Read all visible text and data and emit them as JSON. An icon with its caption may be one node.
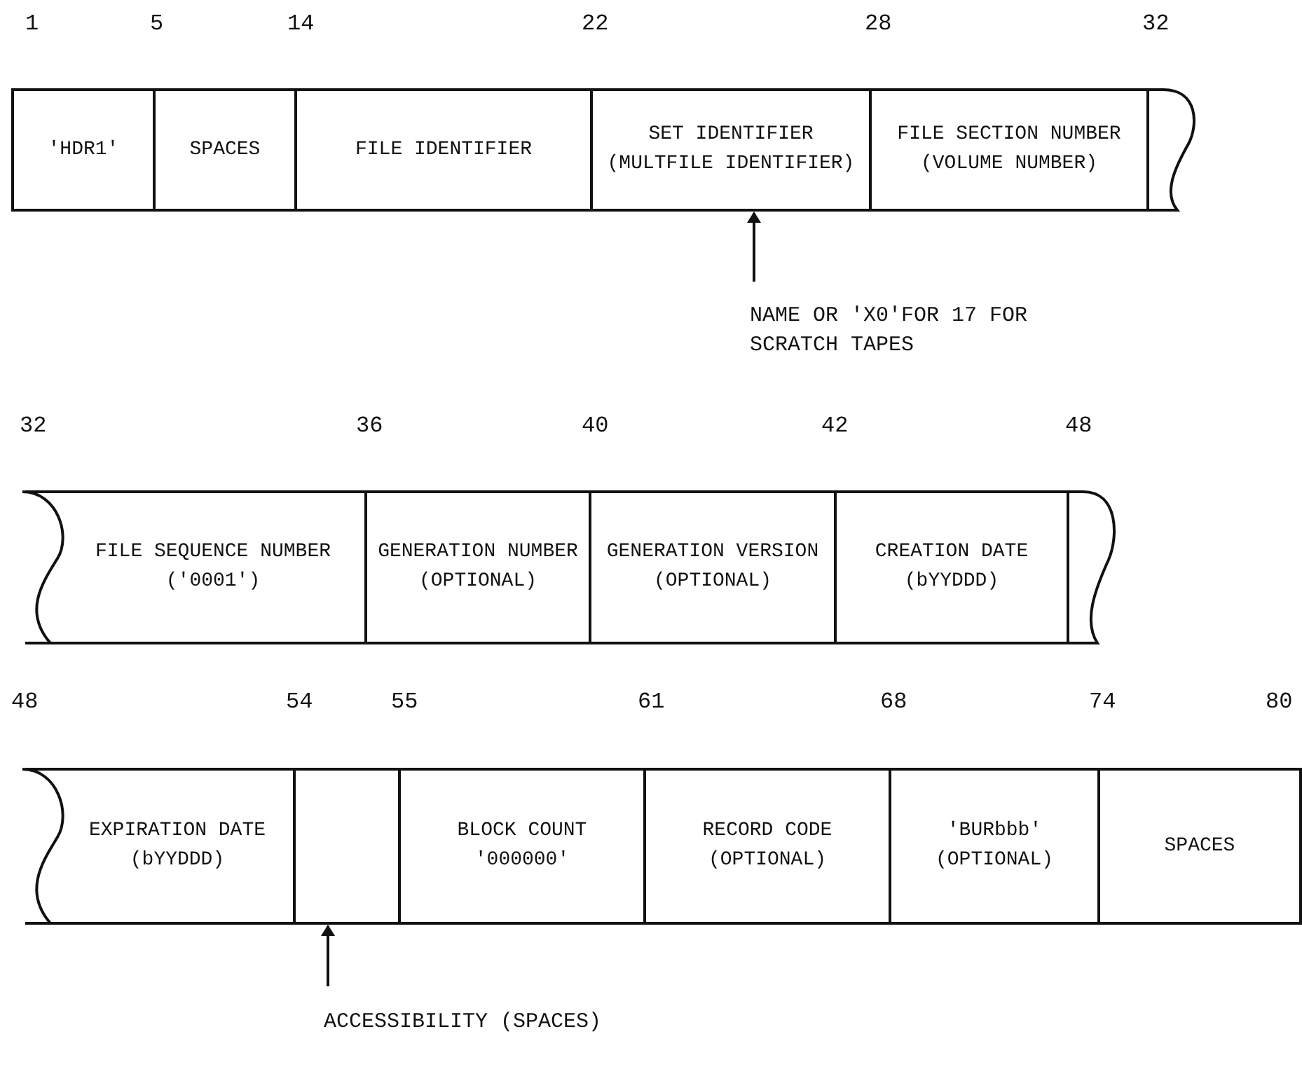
{
  "diagram": {
    "nodes": [
      {
        "text": [
          "'HDR1'"
        ]
      },
      {
        "text": [
          "SPACES"
        ]
      },
      {
        "text": [
          "FILE IDENTIFIER"
        ]
      },
      {
        "text": [
          "SET IDENTIFIER (MULTFILE IDENTIFIER)"
        ]
      },
      {
        "text": [
          "FILE SECTION NUMBER (VOLUME NUMBER)"
        ]
      },
      {
        "text": [
          "NAME OR 'X0'FOR 17 FOR SCRATCH TAPES"
        ]
      },
      {
        "text": [
          "FILE SEQUENCE NUMBER ('0001')"
        ]
      },
      {
        "text": [
          "GENERATION NUMBER (OPTIONAL)"
        ]
      },
      {
        "text": [
          "GENERATION VERSION (OPTIONAL)"
        ]
      },
      {
        "text": [
          "CREATION DATE (bYYDDD)"
        ]
      },
      {
        "text": [
          "EXPIRATION DATE (bYYDDD)"
        ]
      },
      {
        "text": [],
        "shape": "box"
      },
      {
        "text": [
          "BLOCK COUNT '000000'"
        ]
      },
      {
        "text": [
          "RECORD CODE (OPTIONAL)"
        ]
      },
      {
        "text": [
          "'BURbbb' (OPTIONAL)"
        ]
      },
      {
        "text": [
          "SPACES"
        ]
      },
      {
        "text": [
          "ACCESSIBILITY (SPACES)"
        ]
      }
    ],
    "edges": [
      {
        "from": 5,
        "to": 3,
        "arrow": "to"
      },
      {
        "from": 16,
        "to": 11,
        "arrow": "to"
      }
    ],
    "labels": [
      "1",
      "5",
      "14",
      "22",
      "28",
      "32",
      "32",
      "36",
      "40",
      "42",
      "48",
      "48",
      "54",
      "55",
      "61",
      "68",
      "74",
      "80"
    ]
  }
}
